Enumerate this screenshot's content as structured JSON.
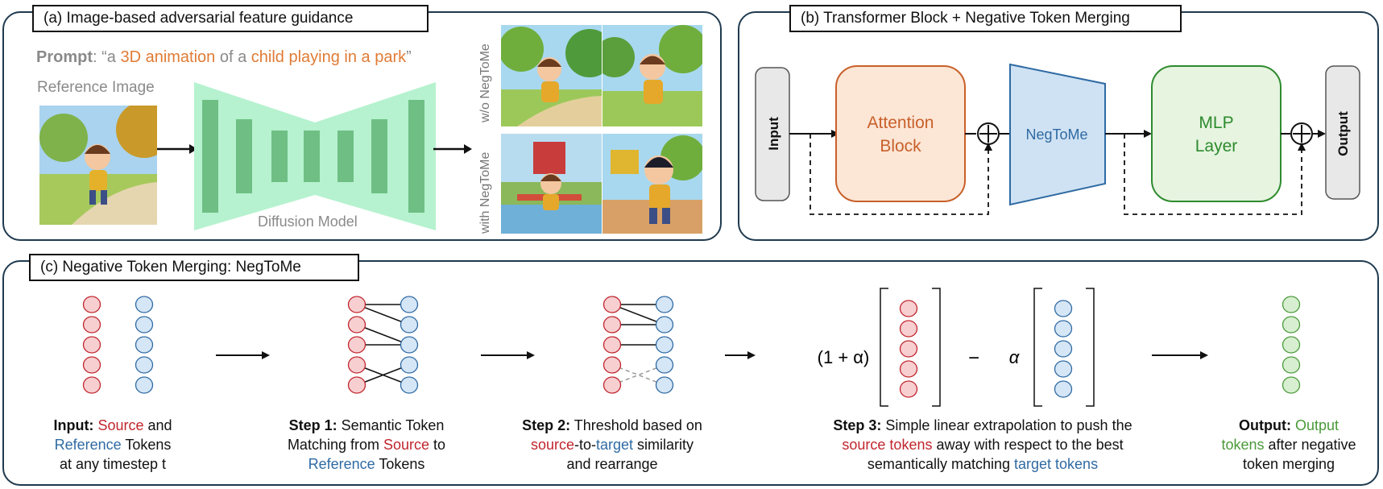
{
  "panel_a": {
    "title": "(a) Image-based adversarial feature guidance",
    "prompt_label": "Prompt",
    "prompt_open": ": “a ",
    "prompt_hl1": "3D animation",
    "prompt_mid": " of a ",
    "prompt_hl2": "child playing in a park",
    "prompt_close": "”",
    "reference_label": "Reference Image",
    "model_label": "Diffusion Model",
    "row1_label": "w/o NegToMe",
    "row2_label": "with NegToMe"
  },
  "panel_b": {
    "title": "(b) Transformer Block + Negative Token Merging",
    "input": "Input",
    "attention_line1": "Attention",
    "attention_line2": "Block",
    "negtome": "NegToMe",
    "mlp_line1": "MLP",
    "mlp_line2": "Layer",
    "output": "Output"
  },
  "panel_c": {
    "title": "(c) Negative Token Merging: NegToMe",
    "extrap_left": "(1 + α)",
    "extrap_minus": "−",
    "extrap_alpha": "α",
    "cap_input": {
      "bold": "Input:",
      "w1": " ",
      "red": "Source",
      "w2": " and",
      "blue": "Reference",
      "w3": " Tokens",
      "line3": "at any timestep t"
    },
    "cap_step1": {
      "bold": "Step 1:",
      "w1": " Semantic Token",
      "line2a": "Matching from ",
      "red": "Source",
      "line2b": " to",
      "blue": "Reference",
      "line3b": " Tokens"
    },
    "cap_step2": {
      "bold": "Step 2:",
      "w1": " Threshold based on",
      "red": "source",
      "mid": "-to-",
      "blue": "target",
      "w2": " similarity",
      "line3": "and rearrange"
    },
    "cap_step3": {
      "bold": "Step 3:",
      "w1": " Simple linear extrapolation to push the",
      "red": "source tokens",
      "w2": " away with respect to the best",
      "line3a": "semantically matching ",
      "blue": "target tokens"
    },
    "cap_output": {
      "bold": "Output:",
      "green1": " Output",
      "green2": "tokens",
      "w1": "  after negative",
      "line3": "token merging"
    }
  },
  "colors": {
    "source_fill": "#f7cfd1",
    "source_stroke": "#c0262d",
    "ref_fill": "#d5e6f6",
    "ref_stroke": "#2f6aa3",
    "out_fill": "#d7efd0",
    "out_stroke": "#4a9a3a",
    "attention": "#c8602a",
    "negtome": "#2f6aa3",
    "mlp": "#2e8b2e"
  }
}
